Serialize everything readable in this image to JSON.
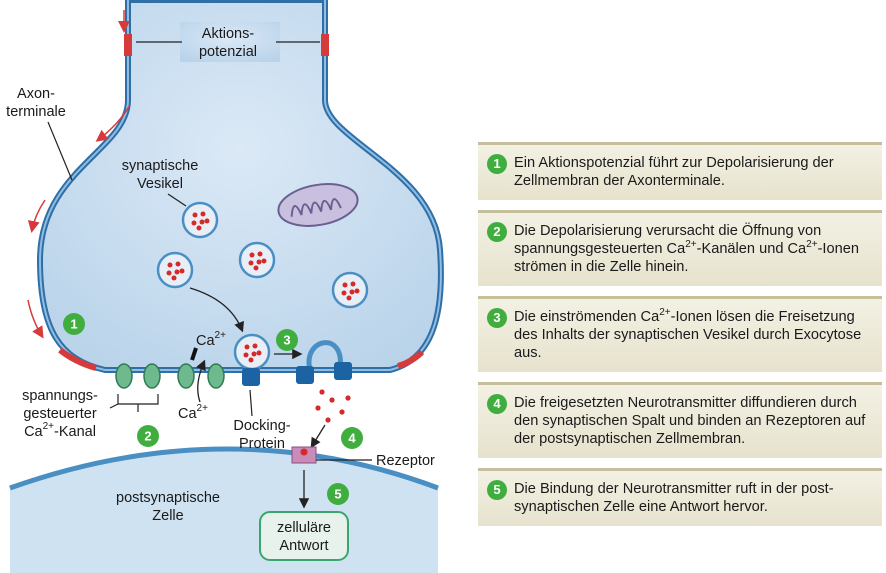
{
  "labels": {
    "action_potential_1": "Aktions-",
    "action_potential_2": "potenzial",
    "axon_terminal_1": "Axon-",
    "axon_terminal_2": "terminale",
    "vesicles_1": "synaptische",
    "vesicles_2": "Vesikel",
    "ca_top": "Ca",
    "ca_top_sup": "2+",
    "ca_bottom": "Ca",
    "ca_bottom_sup": "2+",
    "channel_1": "spannungs-",
    "channel_2": "gesteuerter",
    "channel_3_ca": "Ca",
    "channel_3_sup": "2+",
    "channel_3_rest": "-Kanal",
    "docking_1": "Docking-",
    "docking_2": "Protein",
    "receptor": "Rezeptor",
    "postsyn_1": "postsynaptische",
    "postsyn_2": "Zelle",
    "response_1": "zelluläre",
    "response_2": "Antwort"
  },
  "badges": {
    "b1": "1",
    "b2": "2",
    "b3": "3",
    "b4": "4",
    "b5": "5"
  },
  "steps": [
    {
      "num": "1",
      "text_a": "Ein Aktionspotenzial führt zur Depolarisierung der Zellmembran der Axonterminale."
    },
    {
      "num": "2",
      "text_a": "Die Depolarisierung verursacht die Öffnung von spannungsgesteuerten Ca",
      "sup_a": "2+",
      "text_b": "-Kanälen und Ca",
      "sup_b": "2+",
      "text_c": "-Ionen strömen in die Zelle hinein."
    },
    {
      "num": "3",
      "text_a": "Die einströmenden Ca",
      "sup_a": "2+",
      "text_b": "-Ionen lösen die Freisetzung des Inhalts der synaptischen Vesikel durch Exocytose aus."
    },
    {
      "num": "4",
      "text_a": "Die freigesetzten Neurotransmitter diffundieren durch den synaptischen Spalt und binden an Rezeptoren auf der postsynaptischen Zellmembran."
    },
    {
      "num": "5",
      "text_a": "Die Bindung der Neurotransmitter ruft in der post-synaptischen Zelle eine Antwort hervor."
    }
  ],
  "colors": {
    "cytoplasm": "#c9def0",
    "membrane": "#4a8fc4",
    "depolarized": "#d63b3b",
    "badge": "#3fae3f",
    "channel": "#6fb98f",
    "docking": "#1b63a3",
    "receptor": "#c98bb8",
    "response_box": "#e7f2ec",
    "response_border": "#3aa66e",
    "neurotransmitter": "#d42a2a"
  }
}
